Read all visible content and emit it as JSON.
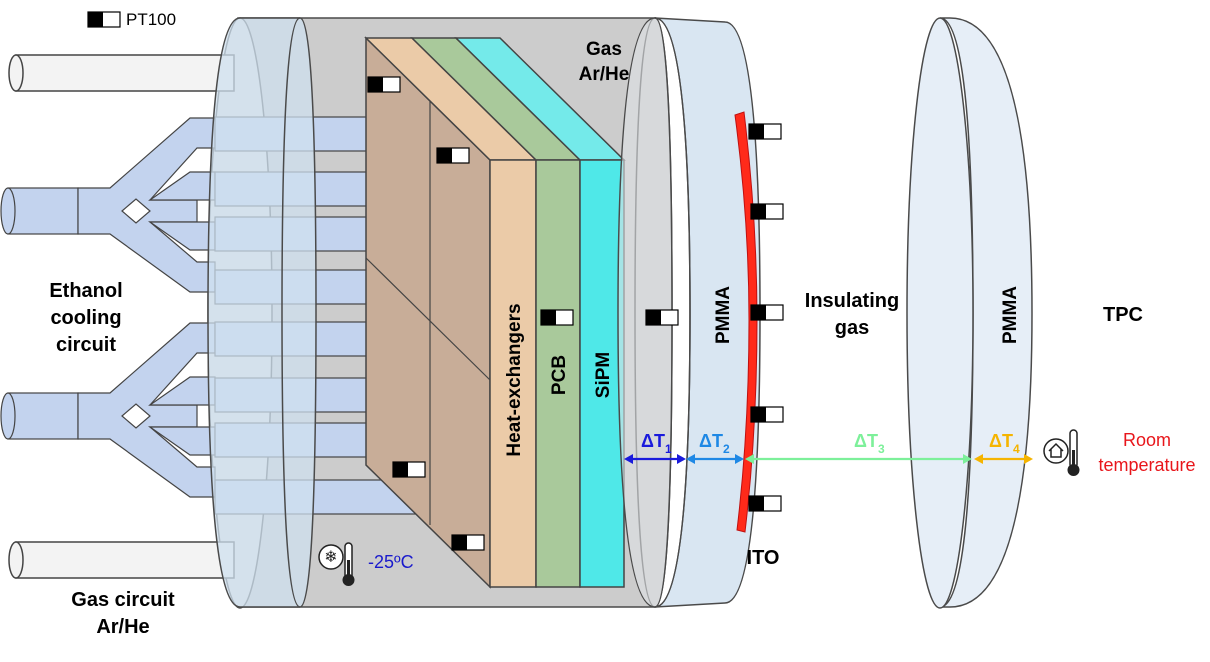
{
  "legend": {
    "sensor_label": "PT100"
  },
  "labels": {
    "gas_line1": "Gas",
    "gas_line2": "Ar/He",
    "heat_exchangers": "Heat-exchangers",
    "pcb": "PCB",
    "sipm": "SiPM",
    "pmma_window": "PMMA",
    "pmma_tpc": "PMMA",
    "ethanol_line1": "Ethanol",
    "ethanol_line2": "cooling",
    "ethanol_line3": "circuit",
    "gas_circuit_line1": "Gas circuit",
    "gas_circuit_line2": "Ar/He",
    "insulating_line1": "Insulating",
    "insulating_line2": "gas",
    "tpc": "TPC",
    "ito": "ITO",
    "cold_temp": "-25ºC",
    "room_line1": "Room",
    "room_line2": "temperature"
  },
  "deltas": [
    {
      "label": "ΔT",
      "sub": "1",
      "color": "#1a1adc"
    },
    {
      "label": "ΔT",
      "sub": "2",
      "color": "#1e88e5"
    },
    {
      "label": "ΔT",
      "sub": "3",
      "color": "#7df09a"
    },
    {
      "label": "ΔT",
      "sub": "4",
      "color": "#f5b400"
    }
  ],
  "colors": {
    "heat_exchanger": "#ebcba8",
    "pcb": "#a9c99b",
    "sipm": "#4fe8e8",
    "pmma": "#d9e6f2",
    "cold_plate": "#c8ad98",
    "housing": "#cccccc",
    "pipes": "#c3d3ee",
    "ito": "#ff2a1a",
    "cold_text": "#1a1acc",
    "room_text": "#e8161b"
  },
  "icons": {
    "sensor": "pt100-sensor-icon",
    "cold_thermometer": "snowflake-thermometer-icon",
    "room_thermometer": "house-thermometer-icon"
  }
}
